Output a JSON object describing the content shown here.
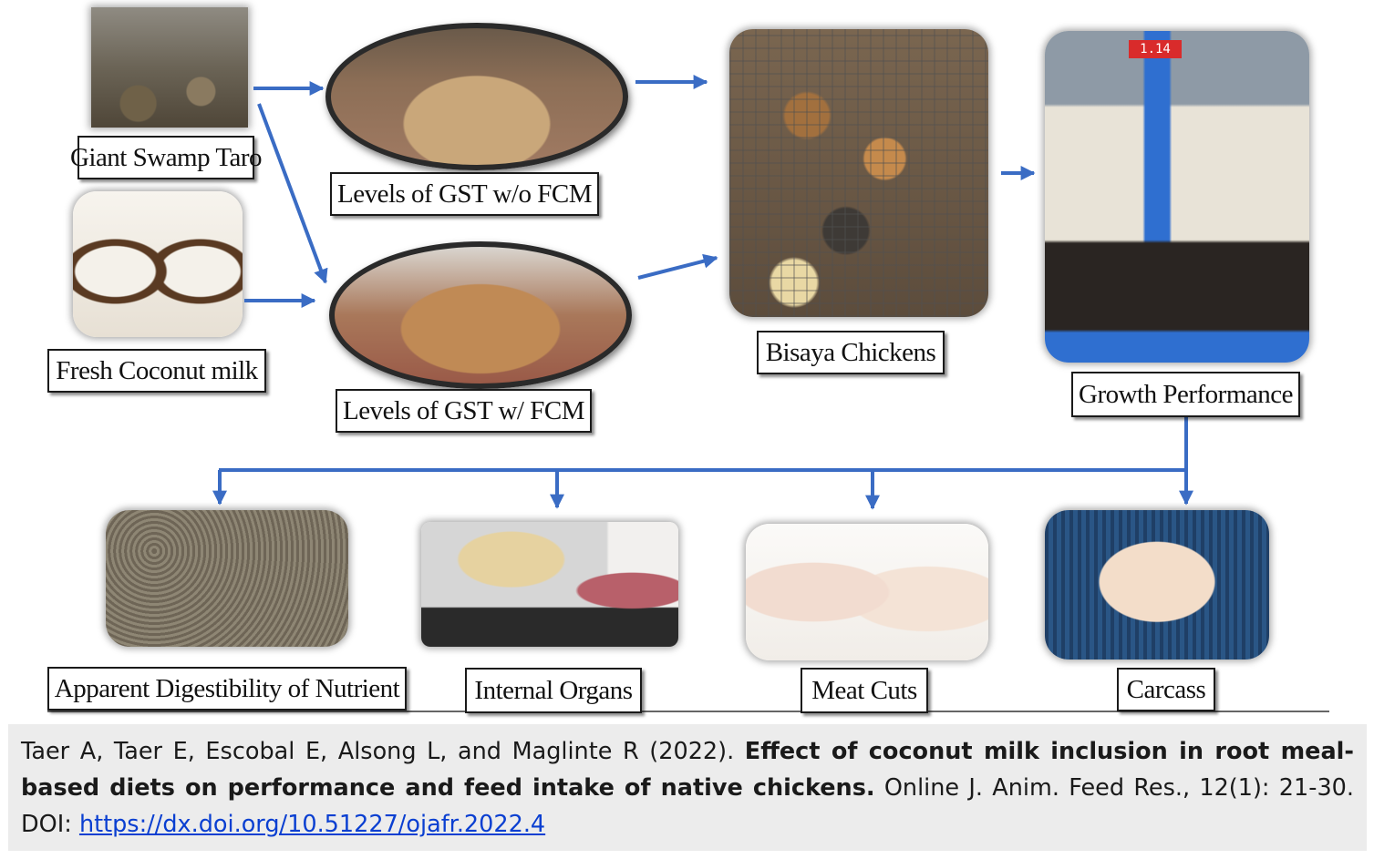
{
  "nodes": {
    "giant_swamp_taro": "Giant Swamp Taro",
    "fresh_coconut_milk": "Fresh Coconut milk",
    "gst_without_fcm": "Levels of GST  w/o FCM",
    "gst_with_fcm": "Levels of GST  w/ FCM",
    "bisaya_chickens": "Bisaya Chickens",
    "growth_performance": "Growth Performance",
    "apparent_digestibility": "Apparent Digestibility  of Nutrient",
    "internal_organs": "Internal Organs",
    "meat_cuts": "Meat Cuts",
    "carcass": "Carcass"
  },
  "scale_display": "1.14",
  "citation": {
    "authors": "Taer A, Taer E, Escobal E, Alsong L, and Maglinte R (2022).",
    "title": "Effect of coconut milk inclusion in root meal-based diets on performance and feed intake of native chickens.",
    "journal": "Online J. Anim. Feed Res., 12(1): 21-30.",
    "doi_label": "DOI:",
    "doi_link": "https://dx.doi.org/10.51227/ojafr.2022.4"
  },
  "colors": {
    "arrow": "#3a6cc4",
    "label_border": "#1a1a1a",
    "citation_bg": "#ececec",
    "link": "#0a3fd1"
  }
}
